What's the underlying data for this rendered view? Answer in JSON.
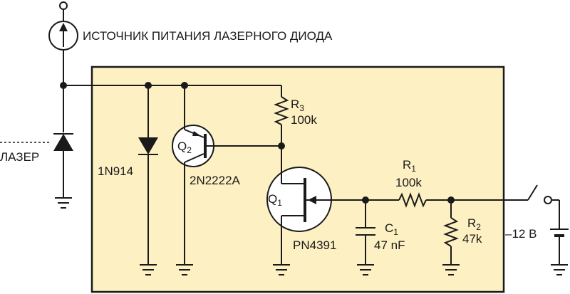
{
  "colors": {
    "board": "#fdf0c2",
    "line": "#1a1a1a"
  },
  "labels": {
    "power_source": "ИСТОЧНИК ПИТАНИЯ ЛАЗЕРНОГО ДИОДА",
    "laser": "ЛАЗЕР",
    "diode": "1N914",
    "q2_letter": "Q",
    "q2_sub": "2",
    "q2_part": "2N2222A",
    "r3_letter": "R",
    "r3_sub": "3",
    "r3_value": "100k",
    "q1_letter": "Q",
    "q1_sub": "1",
    "q1_part": "PN4391",
    "r1_letter": "R",
    "r1_sub": "1",
    "r1_value": "100k",
    "c1_letter": "C",
    "c1_sub": "1",
    "c1_value": "47 nF",
    "r2_letter": "R",
    "r2_sub": "2",
    "r2_value": "47k",
    "battery": "–12 В"
  }
}
